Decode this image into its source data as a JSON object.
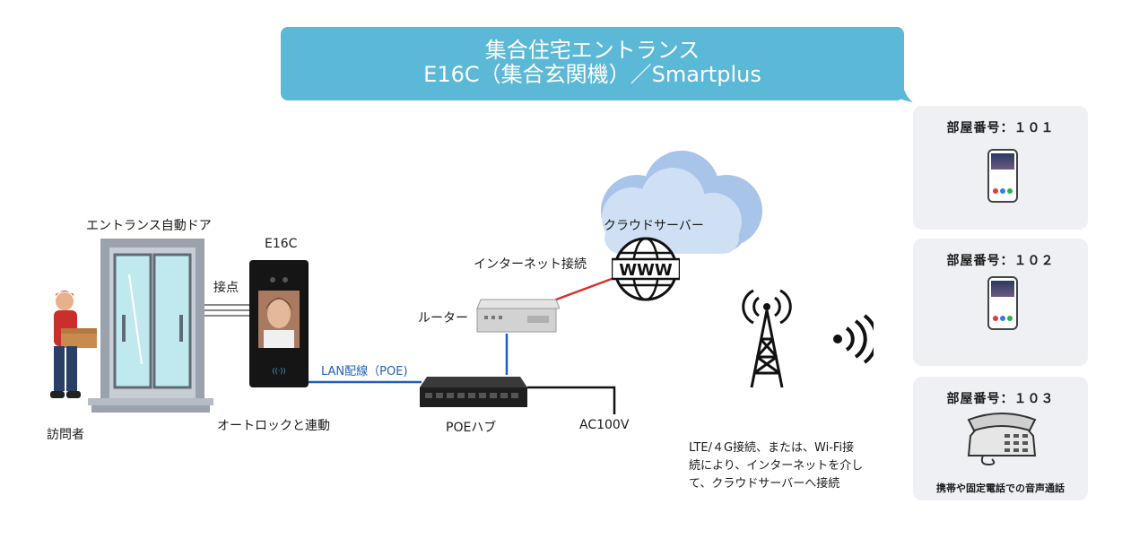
{
  "title": {
    "line1": "集合住宅エントランス",
    "line2": "E16C（集合玄関機）／Smartplus"
  },
  "labels": {
    "entrance_door": "エントランス自動ドア",
    "device": "E16C",
    "contact": "接点",
    "visitor": "訪問者",
    "autolock": "オートロックと連動",
    "lan": "LAN配線（POE)",
    "router": "ルーター",
    "internet": "インターネット接続",
    "cloud": "クラウドサーバー",
    "poe_hub": "POEハブ",
    "ac": "AC100V",
    "lte_line1": "LTE/４G接続、または、Wi-Fi接",
    "lte_line2": "続により、インターネットを介し",
    "lte_line3": "て、クラウドサーバーへ接続"
  },
  "rooms": [
    {
      "title": "部屋番号：１０１"
    },
    {
      "title": "部屋番号：１０２"
    },
    {
      "title": "部屋番号：１０３",
      "caption": "携帯や固定電話での音声通話"
    }
  ],
  "icons": [
    "person-icon",
    "door-icon",
    "intercom-icon",
    "router-icon",
    "cloud-icon",
    "www-globe-icon",
    "switch-hub-icon",
    "antenna-icon",
    "wifi-waves-icon",
    "smartphone-icon",
    "telephone-icon"
  ],
  "colors": {
    "banner": "#5bb8d6",
    "lan_line": "#1f5fbf",
    "internet_line": "#d6322b",
    "card_bg": "#eef0f3"
  }
}
